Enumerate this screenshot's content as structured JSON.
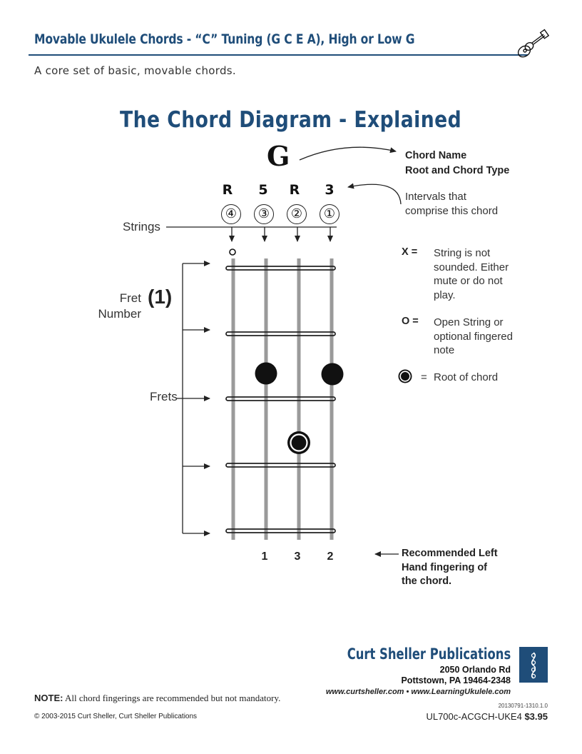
{
  "header": {
    "title": "Movable Ukulele Chords  - “C” Tuning (G C E A), High or Low G",
    "subtitle": "A core set of basic, movable chords."
  },
  "diagram": {
    "title": "The Chord Diagram - Explained",
    "chord_name": "G",
    "chord_name_label": [
      "Chord Name",
      "Root and Chord Type"
    ],
    "intervals": [
      "R",
      "5",
      "R",
      "3"
    ],
    "intervals_label": [
      "Intervals that",
      "comprise this chord"
    ],
    "string_numbers": [
      "④",
      "③",
      "②",
      "①"
    ],
    "strings_label": "Strings",
    "open_marker": "o",
    "fret_number_label": [
      "Fret",
      "Number"
    ],
    "fret_number": "(1)",
    "frets_label": "Frets",
    "fingering": [
      "1",
      "3",
      "2"
    ],
    "fingering_label": [
      "Recommended Left",
      "Hand fingering of",
      "the chord."
    ]
  },
  "legend": {
    "x_key": "X =",
    "x_text": [
      "String is not",
      "sounded. Either",
      "mute or do not",
      "play."
    ],
    "o_key": "O =",
    "o_text": [
      "Open String or",
      "optional fingered",
      "note"
    ],
    "root_key": "=",
    "root_text": "Root of chord"
  },
  "publisher": {
    "name": "Curt Sheller Publications",
    "address1": "2050 Orlando Rd",
    "address2": "Pottstown, PA 19464-2348",
    "web": "www.curtsheller.com • www.LearningUkulele.com",
    "code": "20130791-1310.1.0",
    "product": "UL700c-ACGCH-UKE4",
    "price": "$3.95"
  },
  "footer": {
    "note_label": "NOTE:",
    "note_text": "All chord fingerings are recommended but not mandatory.",
    "copyright": "© 2003-2015 Curt Sheller, Curt Sheller Publications"
  },
  "colors": {
    "brand_blue": "#1f4d79",
    "string_gray": "#9a9a9a",
    "ink": "#222222"
  }
}
